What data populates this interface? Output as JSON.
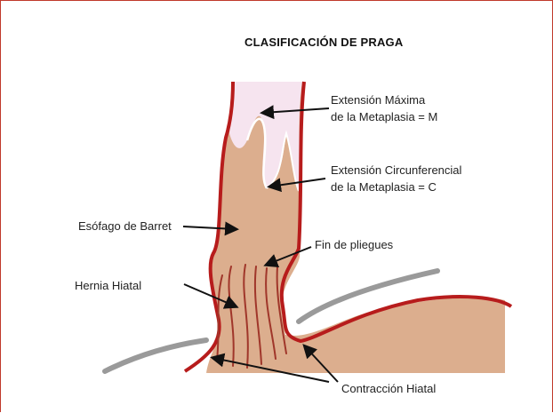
{
  "title": "CLASIFICACIÓN DE PRAGA",
  "labels": {
    "max_extent_line1": "Extensión Máxima",
    "max_extent_line2": "de la Metaplasia = M",
    "circ_extent_line1": "Extensión Circunferencial",
    "circ_extent_line2": "de la Metaplasia = C",
    "barrett": "Esófago de Barret",
    "fold_end": "Fin de pliegues",
    "hiatal_hernia": "Hernia Hiatal",
    "hiatal_contraction": "Contracción Hiatal"
  },
  "colors": {
    "frame": "#c0392b",
    "wall": "#b71c1c",
    "mucosa": "#dcae8e",
    "squamous": "#f6e4ef",
    "diaphragm": "#9a9a9a",
    "fold": "#a0362a"
  }
}
